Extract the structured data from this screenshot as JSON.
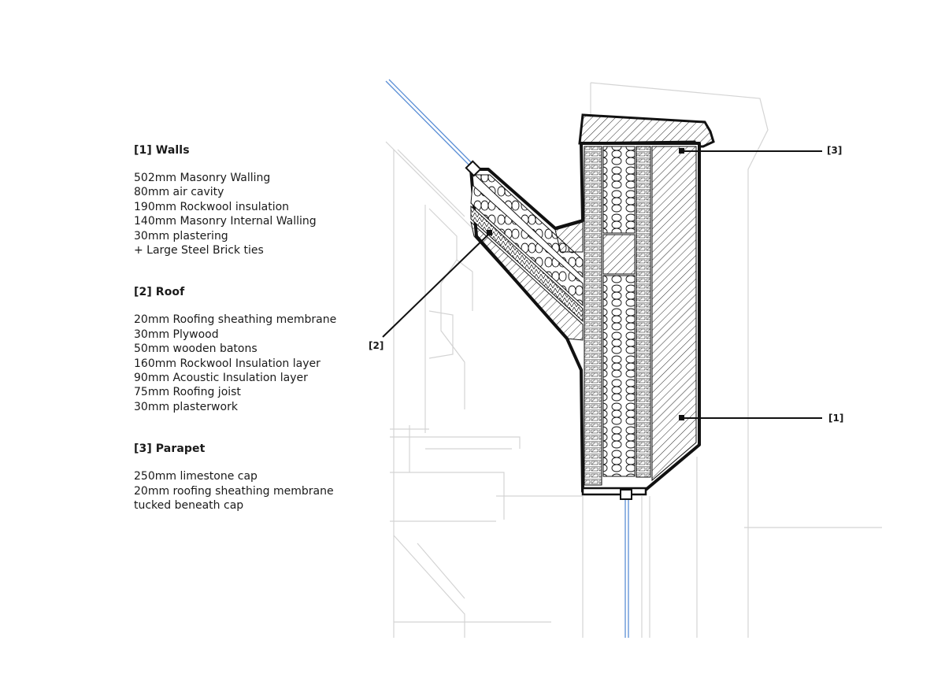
{
  "legend": {
    "walls": {
      "title": "[1] Walls",
      "items": [
        "502mm Masonry Walling",
        "80mm air cavity",
        "190mm Rockwool insulation",
        "140mm Masonry Internal Walling",
        "30mm plastering",
        "+ Large Steel Brick ties"
      ]
    },
    "roof": {
      "title": "[2] Roof",
      "items": [
        "20mm Roofing sheathing membrane",
        "30mm Plywood",
        "50mm wooden batons",
        "160mm Rockwool Insulation layer",
        "90mm Acoustic Insulation layer",
        "75mm Roofing joist",
        "30mm plasterwork"
      ]
    },
    "parapet": {
      "title": "[3] Parapet",
      "items": [
        "250mm limestone cap",
        "20mm roofing sheathing membrane",
        "tucked beneath cap"
      ]
    }
  },
  "callouts": {
    "c1": "[1]",
    "c2": "[2]",
    "c3": "[3]"
  },
  "colors": {
    "ink": "#111111",
    "background_lines": "#d4d4d4",
    "glazing": "#5b8fd6"
  }
}
